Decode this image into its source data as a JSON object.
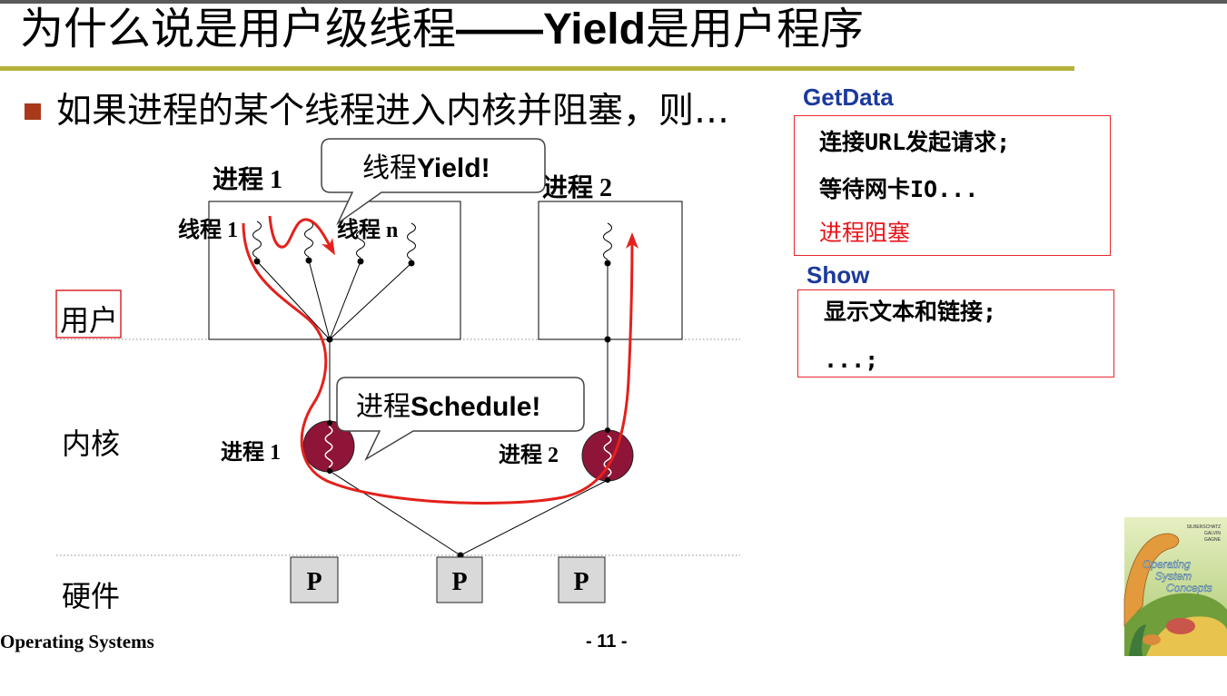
{
  "slide": {
    "title": {
      "part1": "为什么说是用户级线程",
      "part2": "——Yield",
      "part3": "是用户程序"
    },
    "bullet": "如果进程的某个线程进入内核并阻塞，则…",
    "footer": {
      "course": "Operating Systems",
      "page": "- 11 -"
    }
  },
  "diagram": {
    "layers": {
      "user": "用户",
      "kernel": "内核",
      "hardware": "硬件"
    },
    "user_processes": [
      {
        "label": "进程 1"
      },
      {
        "label": "进程 2"
      }
    ],
    "threads": {
      "first": "线程 1",
      "last": "线程 n"
    },
    "kernel_threads": [
      {
        "label": "进程 1"
      },
      {
        "label": "进程 2"
      }
    ],
    "processors": [
      "P",
      "P",
      "P"
    ],
    "callouts": {
      "yield": {
        "actor": "线程",
        "action": "Yield!"
      },
      "schedule": {
        "actor": "进程",
        "action": "Schedule!"
      }
    }
  },
  "code_boxes": [
    {
      "title": "GetData",
      "lines": [
        "连接URL发起请求;",
        "等待网卡IO...",
        "进程阻塞"
      ]
    },
    {
      "title": "Show",
      "lines": [
        "显示文本和链接;",
        "...;"
      ]
    }
  ],
  "book_cover": {
    "authors": [
      "SILBERSCHATZ",
      "GALVIN",
      "GAGNE"
    ],
    "title_lines": [
      "Operating",
      "System",
      "Concepts"
    ]
  },
  "icons": {
    "bullet": "square-bullet-icon",
    "kernel_thread": "wavy-thread-icon",
    "user_thread": "squiggle-thread-icon"
  },
  "colors": {
    "rule": "#b5b33a",
    "bullet": "#a8391b",
    "heading": "#1c3a9c",
    "box": "#e8262a",
    "highlight": "#e8161c",
    "arrow": "#e3211c",
    "kernel": "#8e1537",
    "proc": "#d9d9d9"
  }
}
